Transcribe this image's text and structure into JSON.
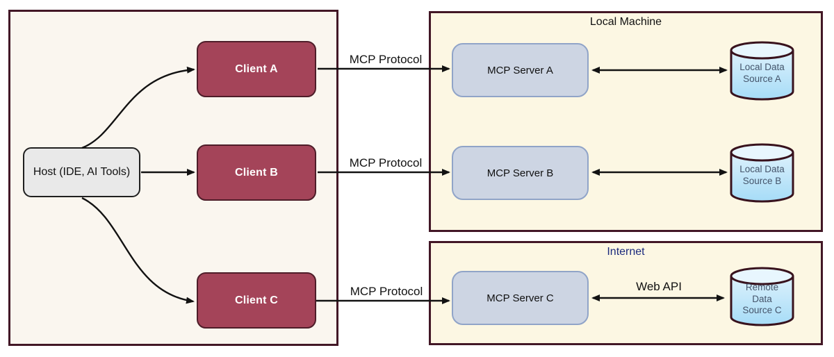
{
  "host": {
    "label": "Host (IDE, AI Tools)"
  },
  "clients": [
    {
      "label": "Client A"
    },
    {
      "label": "Client B"
    },
    {
      "label": "Client C"
    }
  ],
  "panels": {
    "local_machine": {
      "label": "Local Machine"
    },
    "internet": {
      "label": "Internet"
    }
  },
  "servers": [
    {
      "label": "MCP Server A"
    },
    {
      "label": "MCP Server B"
    },
    {
      "label": "MCP Server C"
    }
  ],
  "data_sources": [
    {
      "label": "Local Data\nSource A"
    },
    {
      "label": "Local Data\nSource B"
    },
    {
      "label": "Remote\nData\nSource C"
    }
  ],
  "edge_labels": [
    {
      "label": "MCP Protocol"
    },
    {
      "label": "MCP Protocol"
    },
    {
      "label": "MCP Protocol"
    },
    {
      "label": "Web API"
    }
  ],
  "colors": {
    "client_fill": "#a44459",
    "server_fill": "#cdd5e3",
    "cylinder_fill": "#a6dcf7",
    "maroon_border": "#421726",
    "left_panel_bg": "#faf6ef",
    "right_panel_bg": "#fcf7e3",
    "internet_label": "#1b2a7d"
  }
}
